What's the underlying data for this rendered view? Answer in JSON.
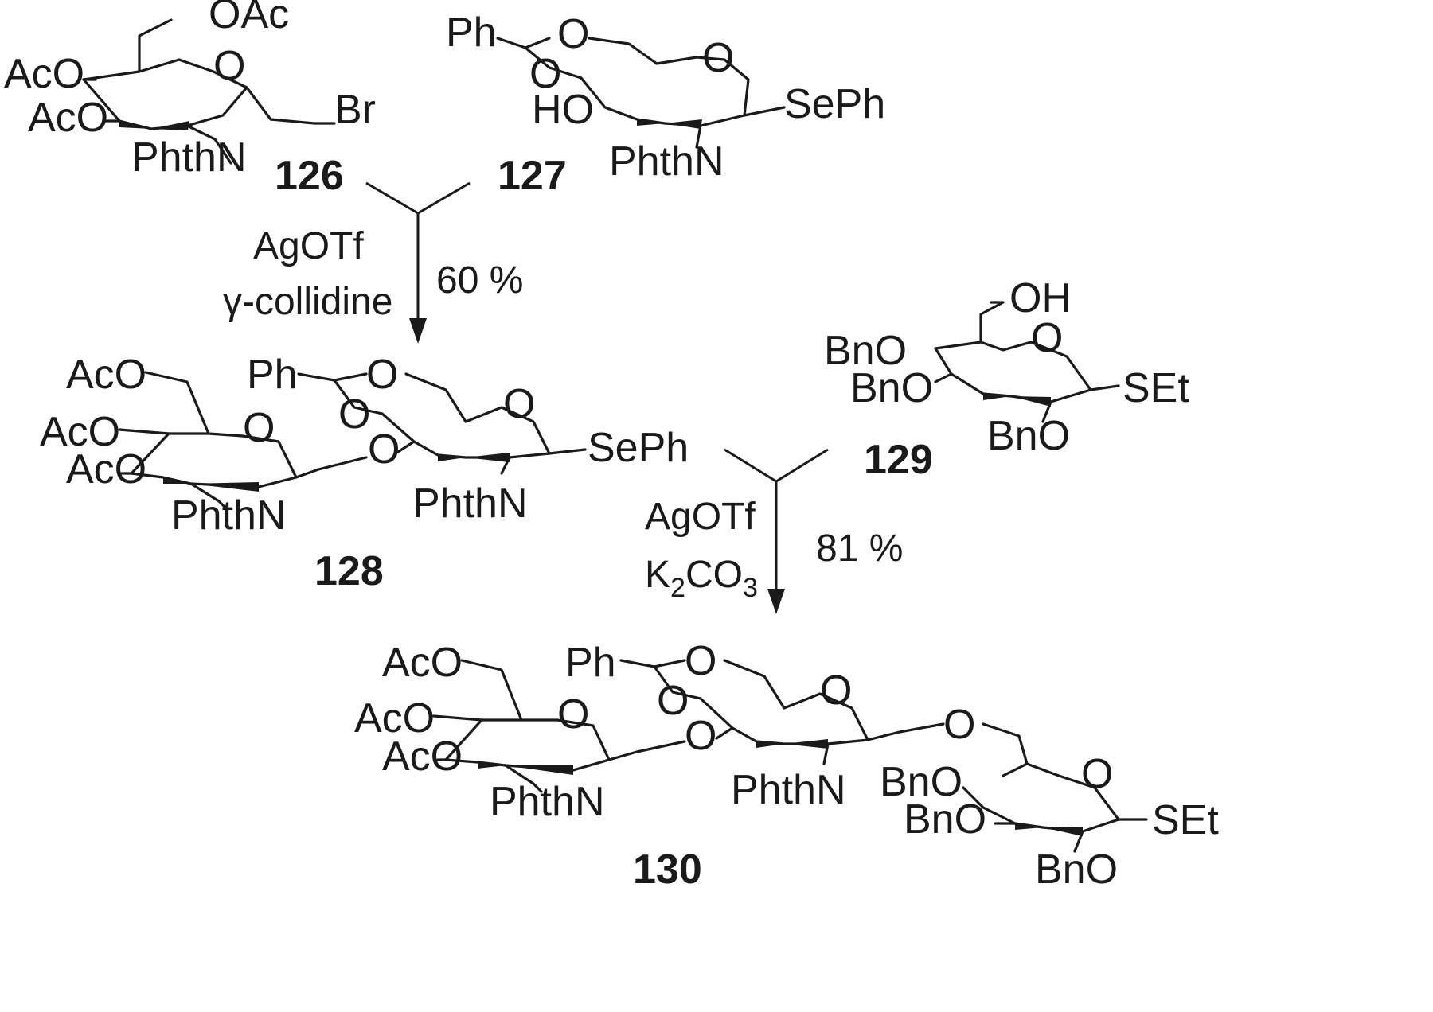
{
  "compounds": {
    "c126": {
      "number": "126",
      "labels": {
        "oac6": "OAc",
        "aco4": "AcO",
        "aco3": "AcO",
        "ring_o": "O",
        "leaving": "Br",
        "nsub": "PhthN"
      }
    },
    "c127": {
      "number": "127",
      "labels": {
        "ph": "Ph",
        "o6": "O",
        "o4": "O",
        "ring_o": "O",
        "ho": "HO",
        "seph": "SePh",
        "nsub": "PhthN"
      }
    },
    "c128": {
      "number": "128",
      "labels": {
        "aco6": "AcO",
        "aco4": "AcO",
        "aco3": "AcO",
        "ring_o_a": "O",
        "nsub_a": "PhthN",
        "ph": "Ph",
        "o6": "O",
        "o4": "O",
        "o_link": "O",
        "ring_o_b": "O",
        "seph": "SePh",
        "nsub_b": "PhthN"
      }
    },
    "c129": {
      "number": "129",
      "labels": {
        "oh": "OH",
        "bno4": "BnO",
        "bno3": "BnO",
        "ring_o": "O",
        "set": "SEt",
        "bno2": "BnO"
      }
    },
    "c130": {
      "number": "130",
      "labels": {
        "aco6": "AcO",
        "aco4": "AcO",
        "aco3": "AcO",
        "ring_o_a": "O",
        "nsub_a": "PhthN",
        "ph": "Ph",
        "o6": "O",
        "o4": "O",
        "o_link1": "O",
        "ring_o_b": "O",
        "nsub_b": "PhthN",
        "o_link2": "O",
        "bno4": "BnO",
        "bno3": "BnO",
        "ring_o_c": "O",
        "set": "SEt",
        "bno2": "BnO"
      }
    }
  },
  "steps": [
    {
      "reagent1": "AgOTf",
      "reagent2": "γ-collidine",
      "yield": "60 %"
    },
    {
      "reagent1": "AgOTf",
      "reagent2_k": "K",
      "reagent2_sub1": "2",
      "reagent2_co": "CO",
      "reagent2_sub2": "3",
      "yield": "81 %"
    }
  ]
}
